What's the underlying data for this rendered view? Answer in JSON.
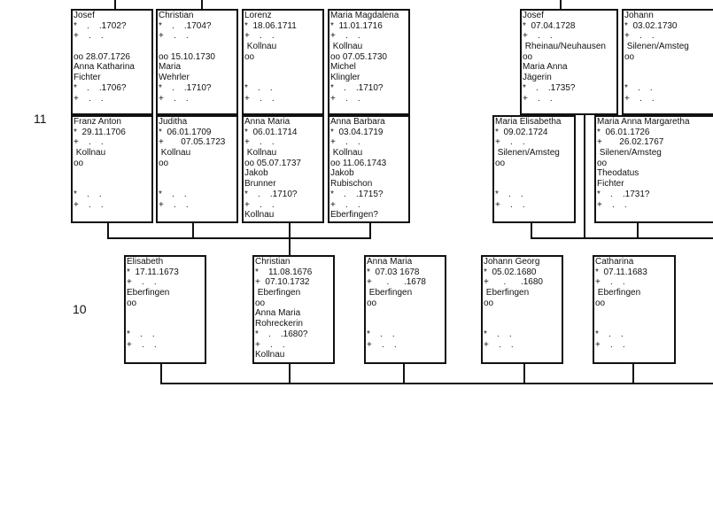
{
  "generations": {
    "g11": "11",
    "g10": "10"
  },
  "persons": [
    {
      "lines": [
        "Josef",
        "*    .    .1702?",
        "+    .    .",
        "",
        "oo 28.07.1726",
        "Anna Katharina",
        "Fichter",
        "*    .    .1706?",
        "+    .    .",
        ""
      ]
    },
    {
      "lines": [
        "Christian",
        "*    .    .1704?",
        "+    .    .",
        "",
        "oo 15.10.1730",
        "Maria",
        "Wehrler",
        "*    .    .1710?",
        "+    .    .",
        ""
      ]
    },
    {
      "lines": [
        "Lorenz",
        "*  18.06.1711",
        "+    .    .",
        " Kollnau",
        "oo",
        "",
        "",
        "*    .    .",
        "+    .    .",
        ""
      ]
    },
    {
      "lines": [
        "Maria Magdalena",
        "*  11.01.1716",
        "+    .    .",
        " Kollnau",
        "oo 07.05.1730",
        "Michel",
        "Klingler",
        "*    .    .1710?",
        "+    .    .",
        ""
      ]
    },
    {
      "lines": [
        "Josef",
        "*  07.04.1728",
        "+    .    .",
        " Rheinau/Neuhausen",
        "oo",
        "Maria Anna",
        "Jägerin",
        "*    .    .1735?",
        "+    .    .",
        ""
      ]
    },
    {
      "lines": [
        "Johann",
        "*  03.02.1730",
        "+    .    .",
        " Silenen/Amsteg",
        "oo",
        "",
        "",
        "*    .    .",
        "+    .    .",
        ""
      ]
    },
    {
      "lines": [
        "Franz Anton",
        "*  29.11.1706",
        "+    .    .",
        " Kollnau",
        "oo",
        "",
        "",
        "*    .    .",
        "+    .    .",
        ""
      ]
    },
    {
      "lines": [
        "Juditha",
        "*  06.01.1709",
        "+       07.05.1723",
        " Kollnau",
        "oo",
        "",
        "",
        "*    .    .",
        "+    .    .",
        ""
      ]
    },
    {
      "lines": [
        "Anna Maria",
        "*  06.01.1714",
        "+    .    .",
        " Kollnau",
        "oo 05.07.1737",
        "Jakob",
        "Brunner",
        "*    .    .1710?",
        "+    .    .",
        "Kollnau"
      ]
    },
    {
      "lines": [
        "Anna Barbara",
        "*  03.04.1719",
        "+    .    .",
        " Kollnau",
        "oo 11.06.1743",
        "Jakob",
        "Rubischon",
        "*    .    .1715?",
        "+    .    .",
        "Eberfingen?"
      ]
    },
    {
      "lines": [
        "Maria Elisabetha",
        "*  09.02.1724",
        "+    .    .",
        " Silenen/Amsteg",
        "oo",
        "",
        "",
        "*    .    .",
        "+    .    .",
        ""
      ]
    },
    {
      "lines": [
        "Maria Anna Margaretha",
        "*  06.01.1726",
        "+       26.02.1767",
        " Silenen/Amsteg",
        "oo",
        "Theodatus",
        "Fichter",
        "*    .    .1731?",
        "+    .    .",
        ""
      ]
    },
    {
      "lines": [
        "Elisabeth",
        "*  17.11.1673",
        "+    .    .",
        "Eberfingen",
        "oo",
        "",
        "",
        "*    .    .",
        "+    .    .",
        ""
      ]
    },
    {
      "lines": [
        "Christian",
        "*    11.08.1676",
        "+  07.10.1732",
        " Eberfingen",
        "oo",
        "Anna Maria",
        "Rohreckerin",
        "*    .    .1680?",
        "+    .    .",
        "Kollnau"
      ]
    },
    {
      "lines": [
        "Anna Maria",
        "*  07.03 1678",
        "+      .      .1678",
        " Eberfingen",
        "oo",
        "",
        "",
        "*    .    .",
        "+    .    .",
        ""
      ]
    },
    {
      "lines": [
        "Johann Georg",
        "*  05.02.1680",
        "+      .      .1680",
        " Eberfingen",
        "oo",
        "",
        "",
        "*    .    .",
        "+    .    .",
        ""
      ]
    },
    {
      "lines": [
        "Catharina",
        "*  07.11.1683",
        "+    .    .",
        " Eberfingen",
        "oo",
        "",
        "",
        "*    .    .",
        "+    .    .",
        ""
      ]
    }
  ]
}
